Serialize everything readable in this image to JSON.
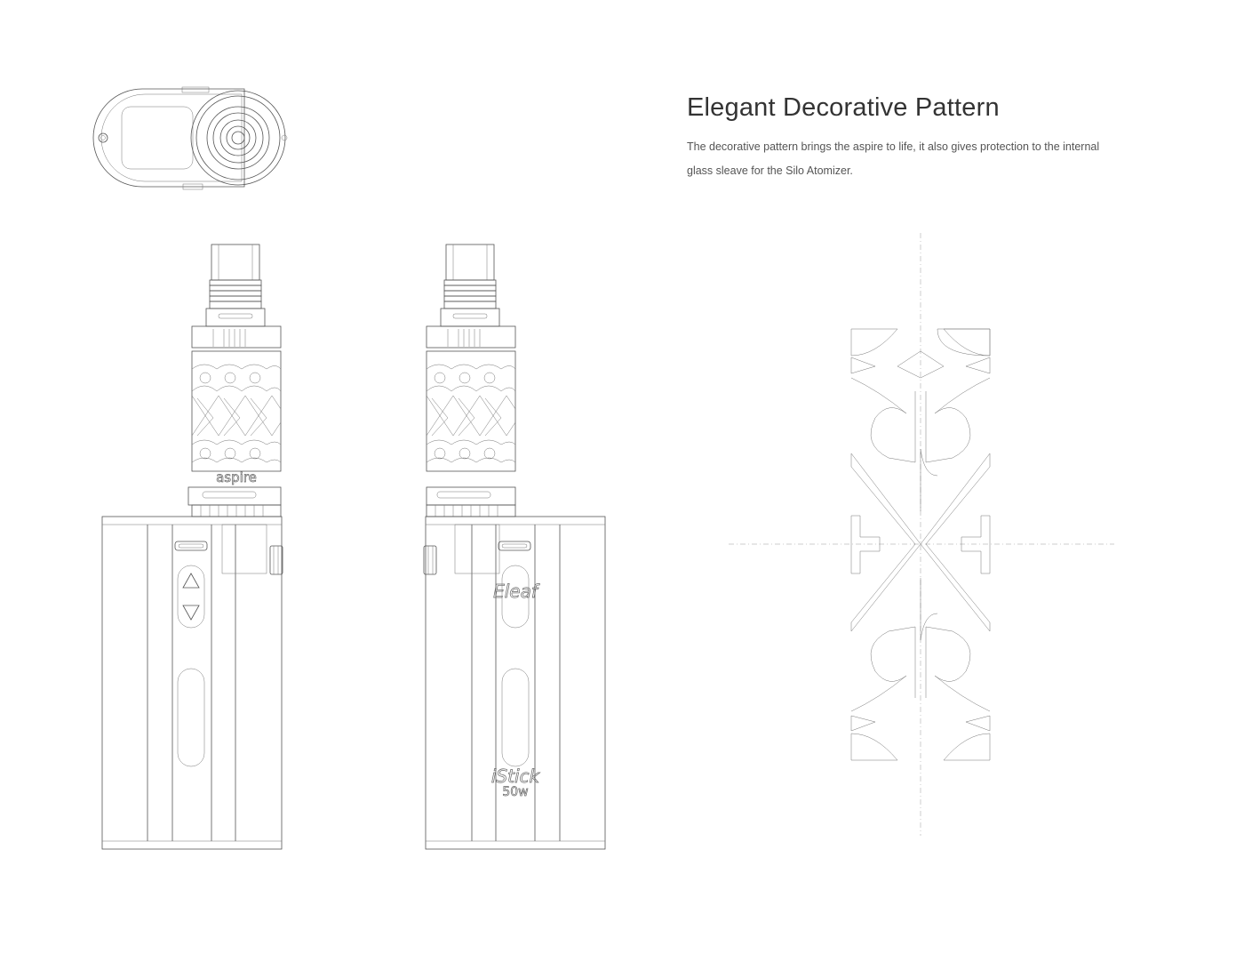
{
  "heading": {
    "title": "Elegant Decorative Pattern",
    "description": "The decorative pattern brings the aspire to life, it also gives protection to the internal glass sleave for the Silo Atomizer."
  },
  "device_labels": {
    "tank_brand": "aspire",
    "mod_brand": "Eleaf",
    "mod_model": "iStick",
    "mod_wattage": "50w"
  },
  "colors": {
    "line": "#555555",
    "background": "#ffffff"
  }
}
